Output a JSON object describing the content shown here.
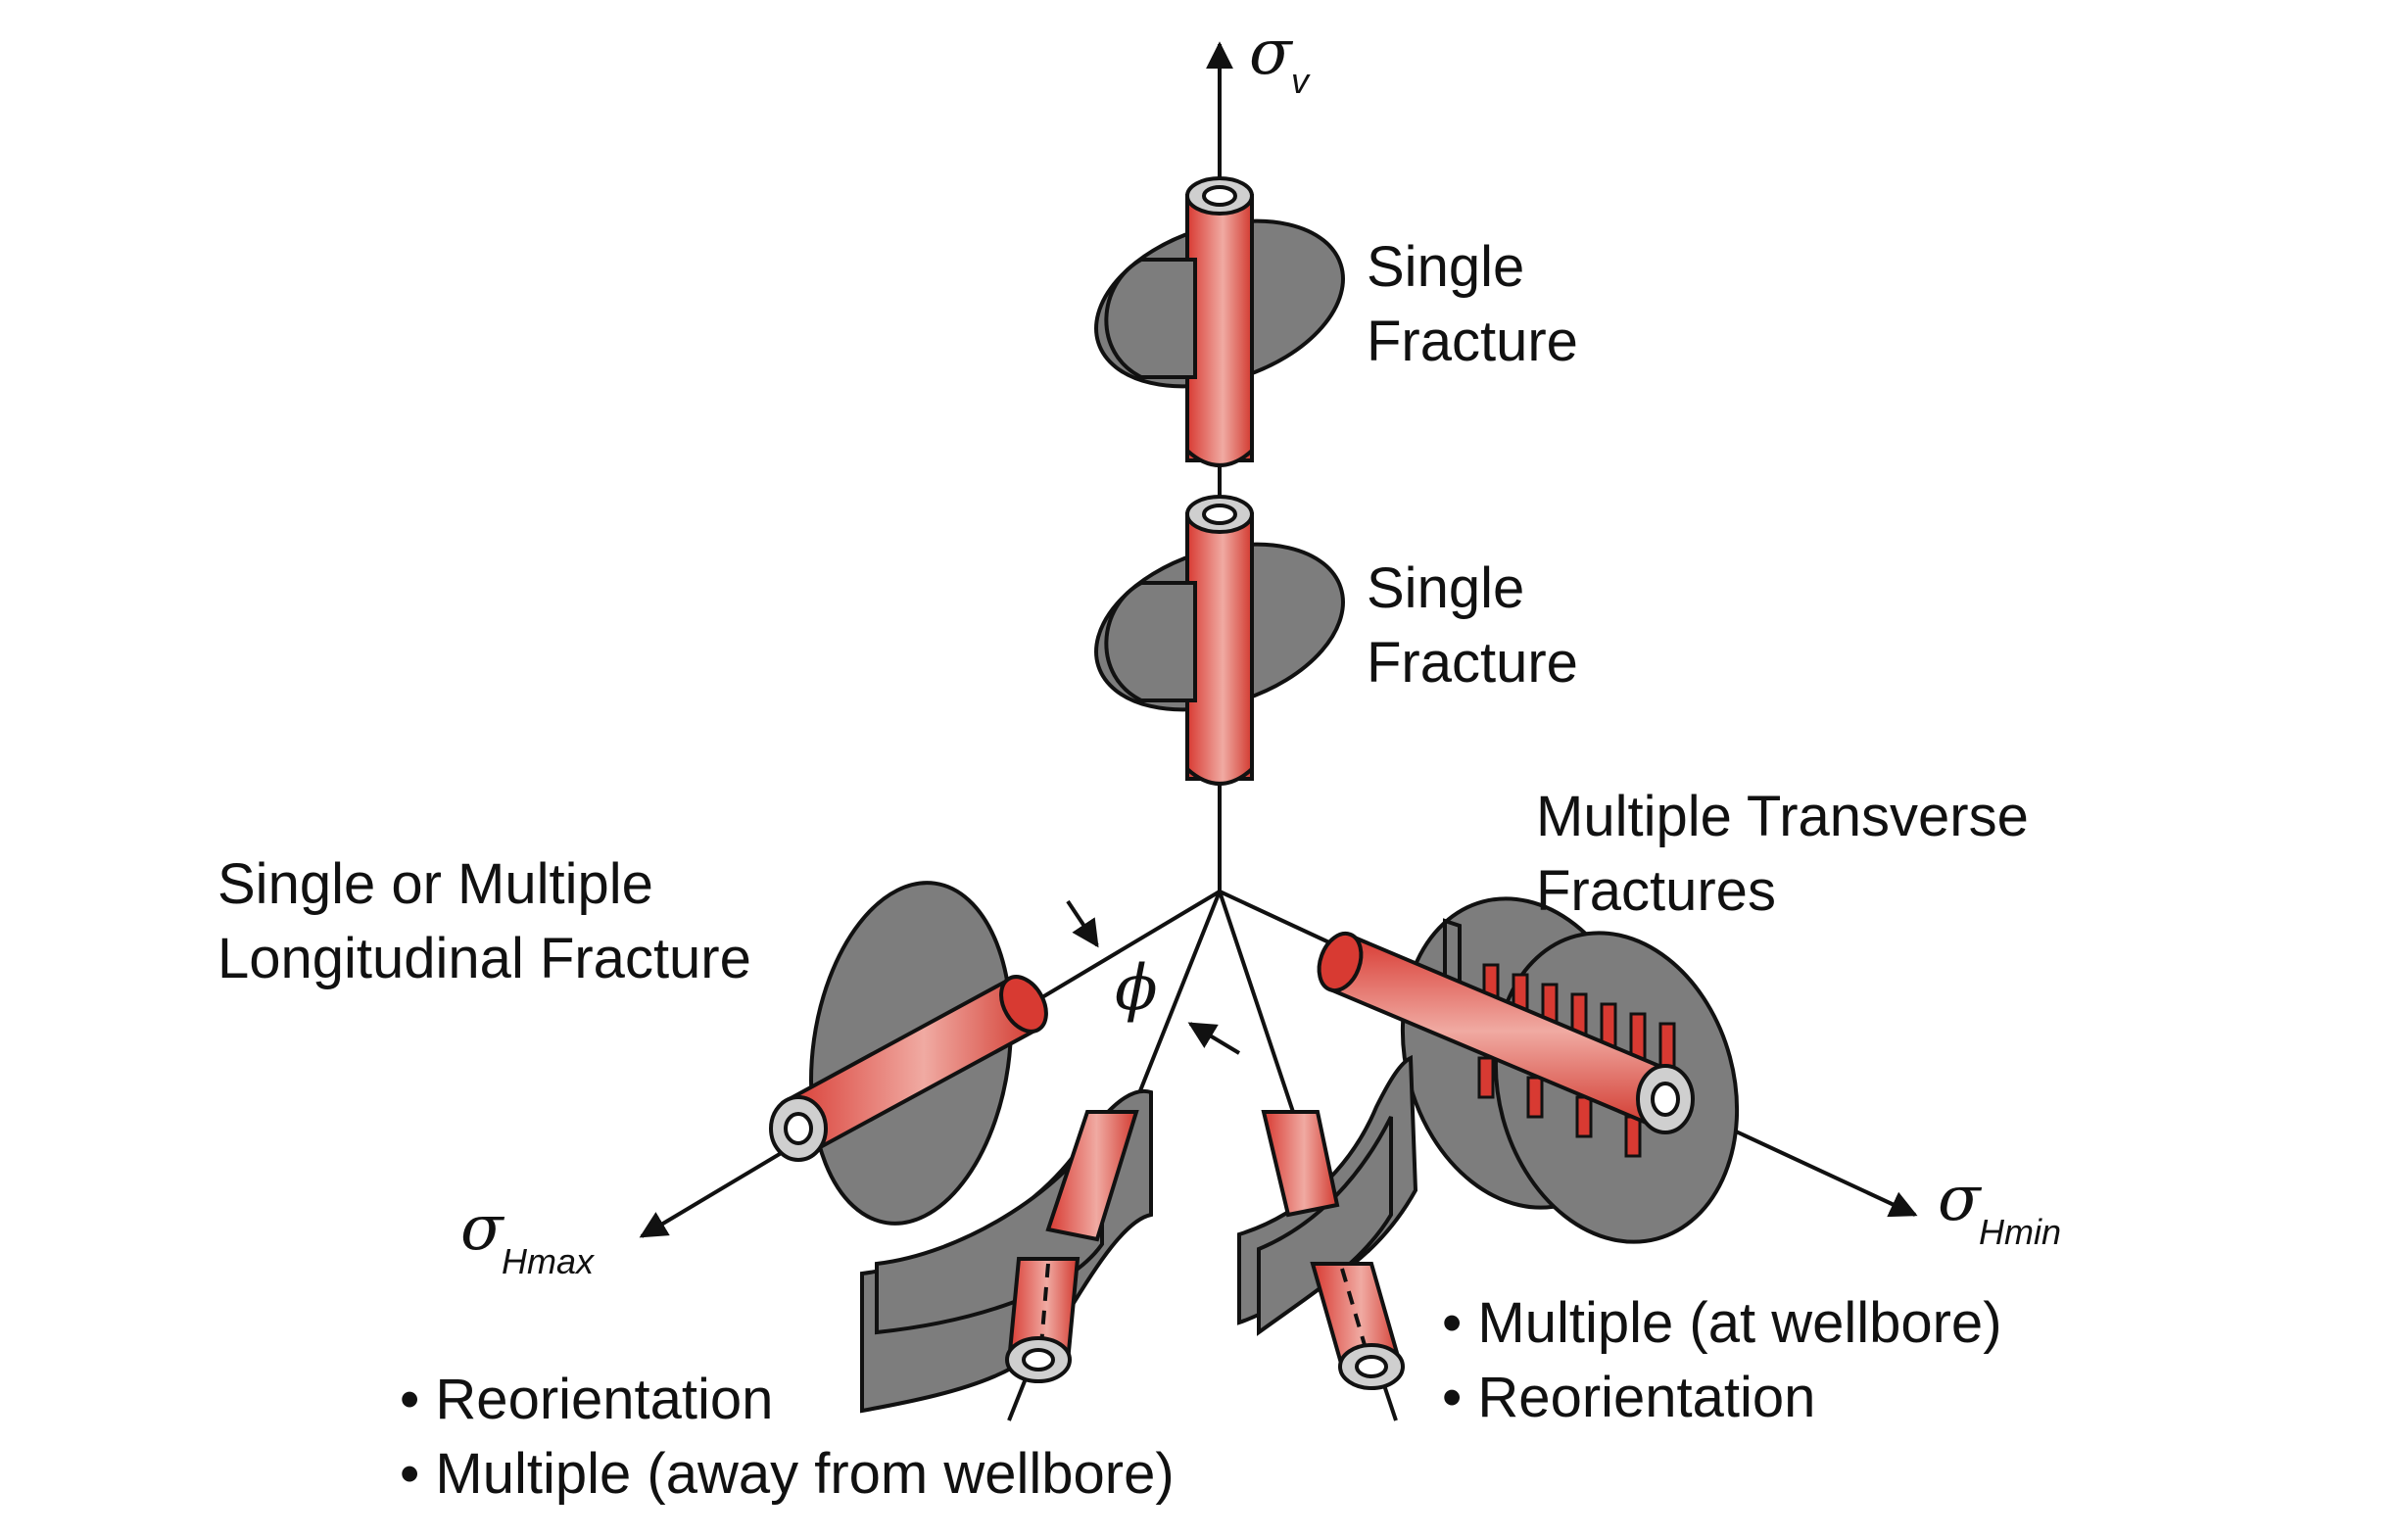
{
  "axes": {
    "vertical": {
      "symbol": "σ",
      "subscript": "v"
    },
    "hmax": {
      "symbol": "σ",
      "subscript": "Hmax"
    },
    "hmin": {
      "symbol": "σ",
      "subscript": "Hmin"
    },
    "angle": "ϕ"
  },
  "labels": {
    "vertical_top": [
      "Single",
      "Fracture"
    ],
    "vertical_mid": [
      "Single",
      "Fracture"
    ],
    "longitudinal": [
      "Single or Multiple",
      "Longitudinal Fracture"
    ],
    "transverse": [
      "Multiple Transverse",
      "Fractures"
    ],
    "left_inclined_bullets": [
      "• Reorientation",
      "• Multiple (away from wellbore)"
    ],
    "right_inclined_bullets": [
      "• Multiple (at wellbore)",
      "• Reorientation"
    ]
  },
  "colors": {
    "pipe_red": "#d83a32",
    "pipe_light": "#f0aaa2",
    "fracture_gray": "#7d7d7d",
    "line": "#111111"
  }
}
